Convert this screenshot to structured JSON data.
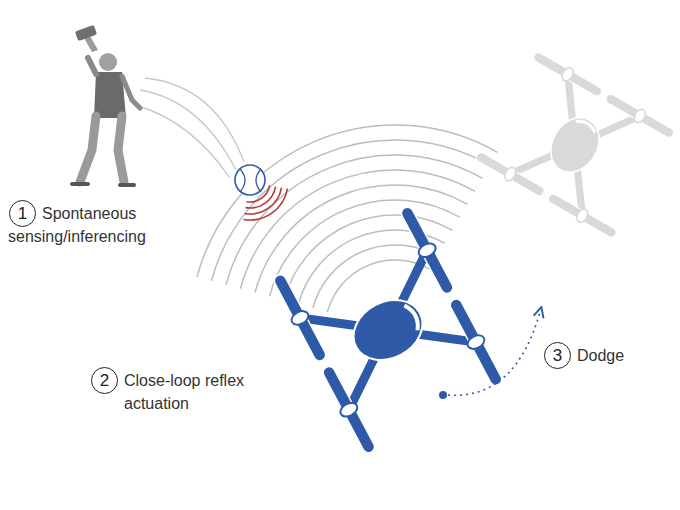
{
  "diagram": {
    "nodes": [
      {
        "text": [
          "1"
        ]
      },
      {
        "text": [
          "2"
        ]
      },
      {
        "text": [
          "3"
        ]
      }
    ],
    "labels": [
      "Spontaneous sensing/inferencing",
      "Close-loop reflex actuation",
      "Dodge"
    ]
  }
}
